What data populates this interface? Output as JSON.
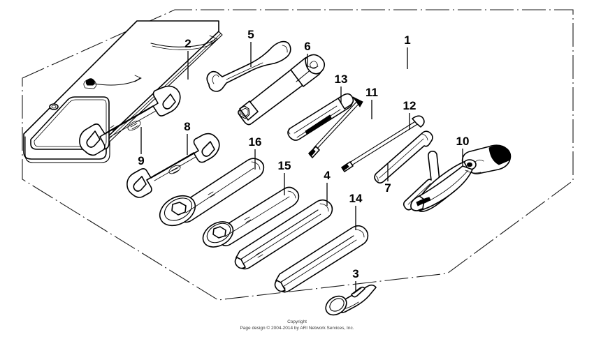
{
  "diagram": {
    "title": "Tool Kit Parts Diagram",
    "kit_label": "1",
    "callouts": [
      {
        "id": "1",
        "label": "1",
        "part": "tool-kit-assembly"
      },
      {
        "id": "2",
        "label": "2",
        "part": "tool-bag"
      },
      {
        "id": "3",
        "label": "3",
        "part": "ring-wrench-tool"
      },
      {
        "id": "4",
        "label": "4",
        "part": "flat-bar-handle"
      },
      {
        "id": "5",
        "label": "5",
        "part": "curved-open-end-wrench"
      },
      {
        "id": "6",
        "label": "6",
        "part": "spark-plug-wrench"
      },
      {
        "id": "7",
        "label": "7",
        "part": "hex-l-wrench"
      },
      {
        "id": "8",
        "label": "8",
        "part": "open-end-wrench-small"
      },
      {
        "id": "9",
        "label": "9",
        "part": "open-end-wrench-large"
      },
      {
        "id": "10",
        "label": "10",
        "part": "pliers"
      },
      {
        "id": "11",
        "label": "11",
        "part": "screwdriver-bit-phillips"
      },
      {
        "id": "12",
        "label": "12",
        "part": "screwdriver-bit-flat"
      },
      {
        "id": "13",
        "label": "13",
        "part": "screwdriver-handle"
      },
      {
        "id": "14",
        "label": "14",
        "part": "flat-bar-short"
      },
      {
        "id": "15",
        "label": "15",
        "part": "box-end-wrench-medium"
      },
      {
        "id": "16",
        "label": "16",
        "part": "box-end-wrench-large"
      }
    ]
  },
  "footer": {
    "copyright_line": "Copyright",
    "design_line": "Page design © 2004-2014 by ARI Network Services, Inc."
  },
  "colors": {
    "ink": "#000000",
    "paper": "#ffffff",
    "border": "#1a1a1a",
    "footer_text": "#3a3a3a"
  }
}
